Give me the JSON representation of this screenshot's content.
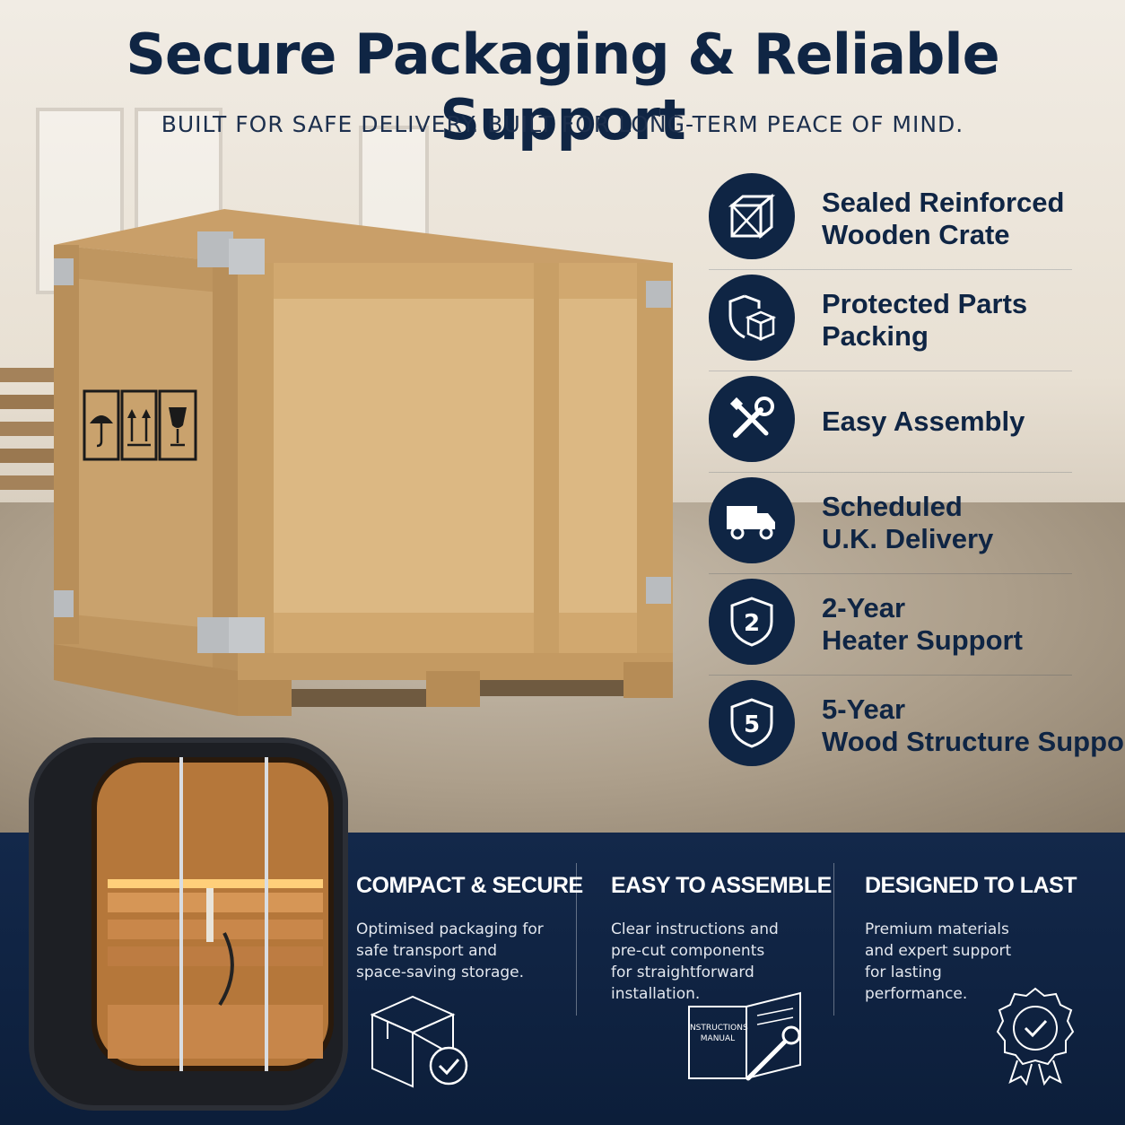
{
  "header": {
    "title": "Secure Packaging & Reliable Support",
    "subtitle": "BUILT FOR SAFE DELIVERY. BUILT FOR LONG-TERM PEACE OF MIND."
  },
  "features": [
    {
      "line1": "Sealed Reinforced",
      "line2": "Wooden Crate",
      "icon": "crate-icon"
    },
    {
      "line1": "Protected Parts",
      "line2": "Packing",
      "icon": "shield-box-icon"
    },
    {
      "line1": "Easy Assembly",
      "line2": "",
      "icon": "tools-icon"
    },
    {
      "line1": "Scheduled",
      "line2": "U.K. Delivery",
      "icon": "truck-icon"
    },
    {
      "line1": "2-Year",
      "line2": "Heater Support",
      "icon": "shield-2-icon",
      "badge": "2"
    },
    {
      "line1": "5-Year",
      "line2": "Wood Structure Support",
      "icon": "shield-5-icon",
      "badge": "5"
    }
  ],
  "crate": {
    "labels": [
      "keep-dry-icon",
      "this-way-up-icon",
      "fragile-icon"
    ]
  },
  "manual": {
    "line1": "INSTRUCTIONS",
    "line2": "MANUAL"
  },
  "columns": [
    {
      "heading": "COMPACT & SECURE",
      "lines": [
        "Optimised packaging for",
        "safe transport and",
        "space-saving storage."
      ],
      "icon": "box-check-icon"
    },
    {
      "heading": "EASY TO ASSEMBLE",
      "lines": [
        "Clear instructions and",
        "pre-cut components",
        "for straightforward",
        "installation."
      ],
      "icon": "manual-wrench-icon"
    },
    {
      "heading": "DESIGNED TO LAST",
      "lines": [
        "Premium materials",
        "and expert support",
        "for lasting",
        "performance."
      ],
      "icon": "quality-badge-icon"
    }
  ],
  "colors": {
    "navy": "#0f2544",
    "wood": "#d8b07a",
    "panel": "#0c1e3a"
  }
}
